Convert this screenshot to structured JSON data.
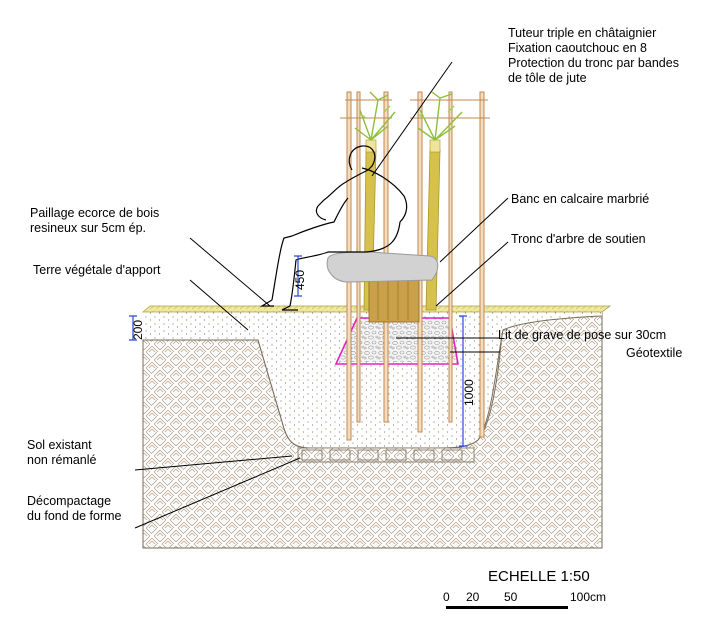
{
  "labels": {
    "tuteur": [
      "Tuteur triple en châtaignier",
      "Fixation caoutchouc en 8",
      "Protection du tronc par bandes",
      "de tôle de jute"
    ],
    "banc": "Banc en calcaire marbrié",
    "tronc": "Tronc d'arbre de soutien",
    "paillage": [
      "Paillage ecorce de bois",
      "resineux sur 5cm ép."
    ],
    "terre": "Terre végétale d'apport",
    "lit": "Lit de grave de pose sur 30cm",
    "geotextile": "Géotextile",
    "sol": [
      "Sol existant",
      "non rémanlé"
    ],
    "decompactage": [
      "Décompactage",
      "du fond de forme"
    ]
  },
  "dimensions": {
    "d450": "450",
    "d200": "200",
    "d1000": "1000"
  },
  "scale": {
    "title": "ECHELLE 1:50",
    "ticks": [
      "0",
      "20",
      "50",
      "100cm"
    ]
  },
  "colors": {
    "soil_hatch": "#b8a894",
    "topsoil_dots": "#9b8c78",
    "mulch": "#e6e08a",
    "trunk_yellow": "#d6c24a",
    "trunk_light": "#efe49a",
    "stake": "#d8a06a",
    "gravel": "#c8c8c8",
    "geotextile": "#e020c0",
    "dimension_blue": "#2848e0",
    "stump": "#caa14a",
    "bench": "#cfcfcf",
    "foliage": "#b4e050"
  }
}
